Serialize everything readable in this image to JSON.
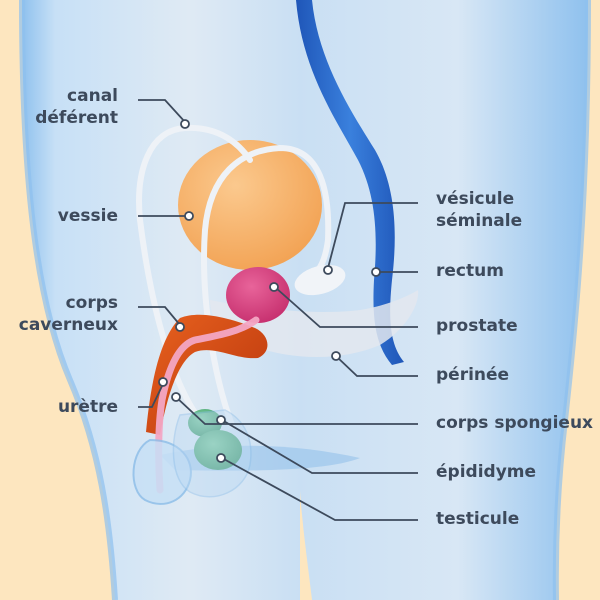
{
  "colors": {
    "background": "#fde6bf",
    "body": "#b9d8f4",
    "body_edge": "#7fb6e8",
    "label_text": "#3d4a5c",
    "leader_line": "#3d4a5c",
    "bladder": "#f7b26c",
    "prostate": "#d6417e",
    "rectum": "#2a68c9",
    "vas_deferens": "#e8edf3",
    "corpus_cavernosum": "#d64a17",
    "testicle": "#59b07f",
    "urethra": "#f3a6c4"
  },
  "labels": {
    "canal_deferent": {
      "line1": "canal",
      "line2": "déférent"
    },
    "vessie": "vessie",
    "corps_caverneux": {
      "line1": "corps",
      "line2": "caverneux"
    },
    "uretre": "urètre",
    "vesicule_seminale": {
      "line1": "vésicule",
      "line2": "séminale"
    },
    "rectum": "rectum",
    "prostate": "prostate",
    "perinee": "périnée",
    "corps_spongieux": "corps spongieux",
    "epididyme": "épididyme",
    "testicule": "testicule"
  }
}
